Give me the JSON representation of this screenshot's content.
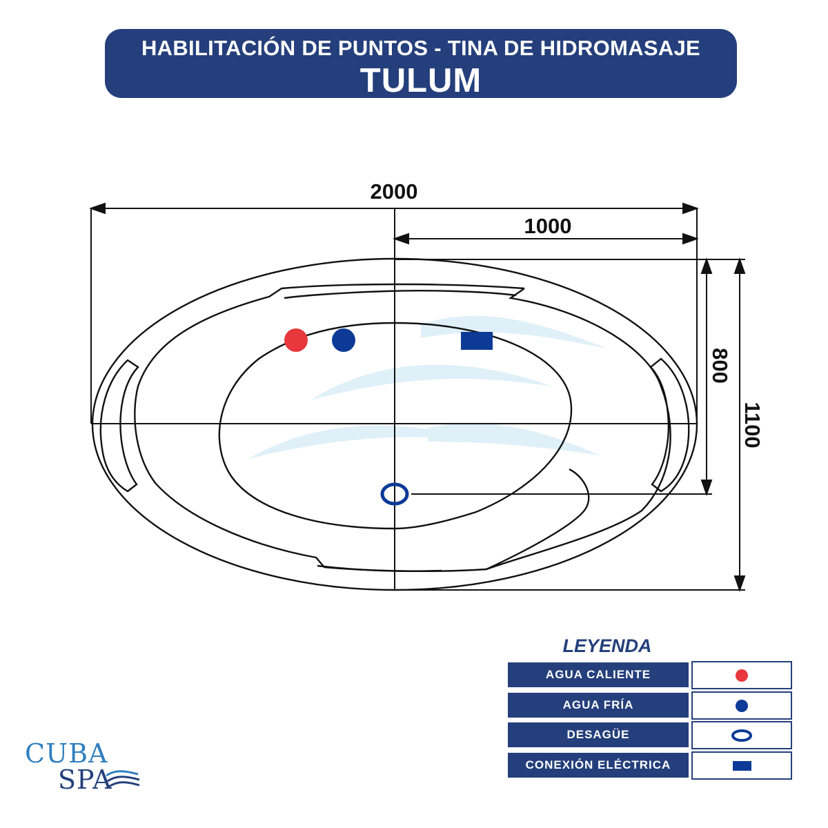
{
  "header": {
    "title_line1": "HABILITACIÓN DE PUNTOS - TINA DE HIDROMASAJE",
    "title_line2": "TULUM"
  },
  "dimensions": {
    "total_length": "2000",
    "half_length": "1000",
    "drain_to_edge": "800",
    "total_width": "1100"
  },
  "legend": {
    "title": "LEYENDA",
    "items": [
      {
        "label": "AGUA CALIENTE",
        "symbol": "red-dot",
        "color": "#e8383d"
      },
      {
        "label": "AGUA FRÍA",
        "symbol": "blue-dot",
        "color": "#0d3a96"
      },
      {
        "label": "DESAGÜE",
        "symbol": "drain-ring",
        "color": "#0d3a96"
      },
      {
        "label": "CONEXIÓN ELÉCTRICA",
        "symbol": "electrical-rect",
        "color": "#0d3a96"
      }
    ]
  },
  "logo": {
    "line1": "CUBA",
    "line2": "SPA"
  },
  "colors": {
    "banner": "#243f7b",
    "hot_water": "#e8383d",
    "cold_water": "#0d3a96",
    "outline": "#111111",
    "watermark": "#dff0f8"
  }
}
